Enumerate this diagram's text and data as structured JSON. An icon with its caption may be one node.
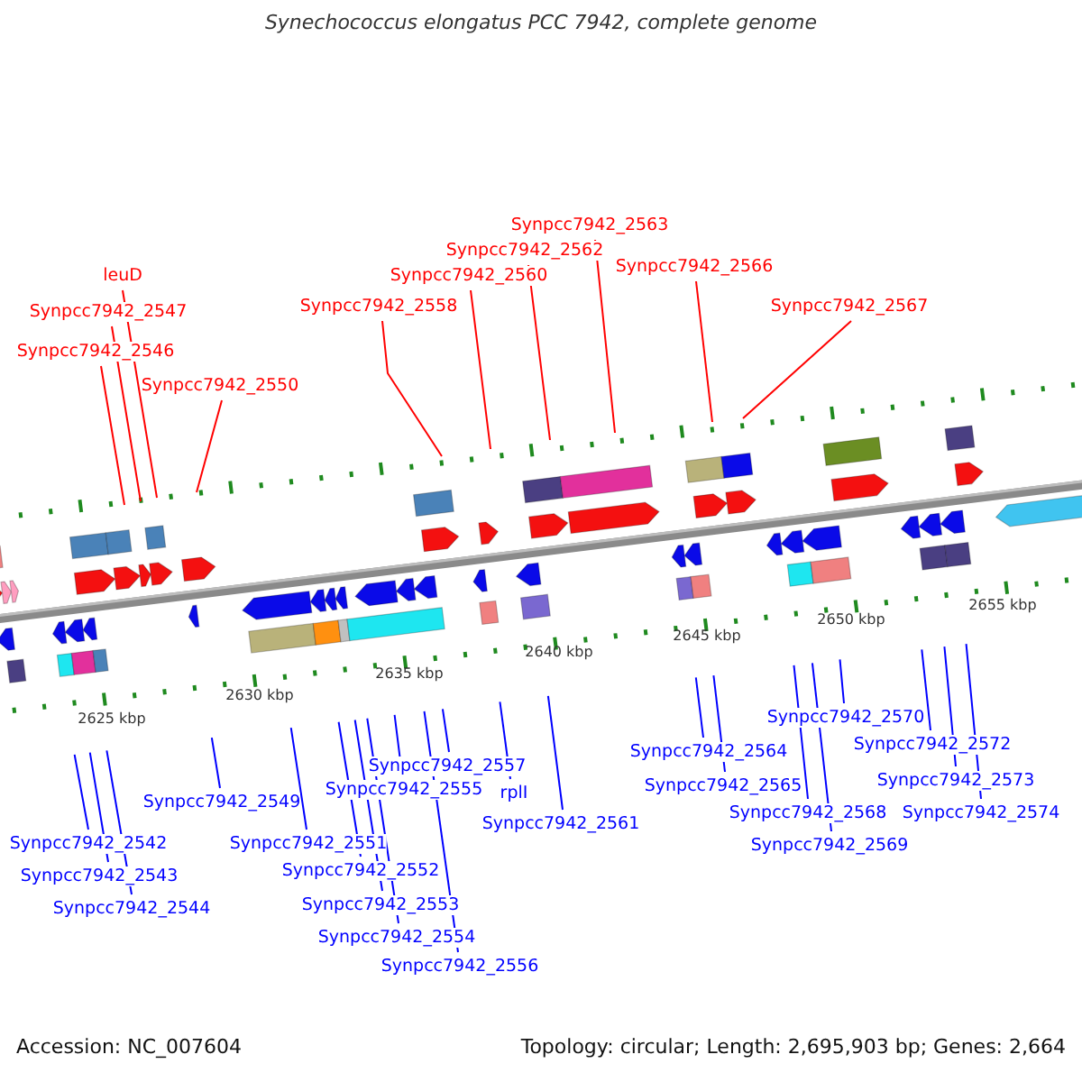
{
  "diagram": {
    "title": "Synechococcus elongatus PCC 7942, complete genome",
    "nodes": [
      {
        "text": [
          "Synpcc7942_2563"
        ]
      },
      {
        "text": [
          "Synpcc7942_2562"
        ]
      },
      {
        "text": [
          "Synpcc7942_2566"
        ]
      },
      {
        "text": [
          "leuD"
        ]
      },
      {
        "text": [
          "Synpcc7942_2560"
        ]
      },
      {
        "text": [
          "Synpcc7942_2558"
        ]
      },
      {
        "text": [
          "Synpcc7942_2567"
        ]
      },
      {
        "text": [
          "Synpcc7942_2547"
        ]
      },
      {
        "text": [
          "Synpcc7942_2546"
        ]
      },
      {
        "text": [
          "Synpcc7942_2550"
        ]
      },
      {
        "text": [
          "Synpcc7942_2570"
        ]
      },
      {
        "text": [
          "Synpcc7942_2572"
        ]
      },
      {
        "text": [
          "Synpcc7942_2564"
        ]
      },
      {
        "text": [
          "Synpcc7942_2557"
        ]
      },
      {
        "text": [
          "Synpcc7942_2573"
        ]
      },
      {
        "text": [
          "Synpcc7942_2565"
        ]
      },
      {
        "text": [
          "Synpcc7942_2555"
        ]
      },
      {
        "text": [
          "rplI"
        ]
      },
      {
        "text": [
          "Synpcc7942_2549"
        ]
      },
      {
        "text": [
          "Synpcc7942_2568"
        ]
      },
      {
        "text": [
          "Synpcc7942_2574"
        ]
      },
      {
        "text": [
          "Synpcc7942_2561"
        ]
      },
      {
        "text": [
          "Synpcc7942_2551"
        ]
      },
      {
        "text": [
          "Synpcc7942_2542"
        ]
      },
      {
        "text": [
          "Synpcc7942_2569"
        ]
      },
      {
        "text": [
          "Synpcc7942_2552"
        ]
      },
      {
        "text": [
          "Synpcc7942_2543"
        ]
      },
      {
        "text": [
          "Synpcc7942_2553"
        ]
      },
      {
        "text": [
          "Synpcc7942_2544"
        ]
      },
      {
        "text": [
          "Synpcc7942_2554"
        ]
      },
      {
        "text": [
          "Synpcc7942_2556"
        ]
      }
    ],
    "edges": [
      {
        "from": 0,
        "to": null,
        "arrow": "none",
        "color": "#ff0000"
      },
      {
        "from": 1,
        "to": null,
        "arrow": "none",
        "color": "#ff0000"
      },
      {
        "from": 2,
        "to": null,
        "arrow": "none",
        "color": "#ff0000"
      },
      {
        "from": 3,
        "to": null,
        "arrow": "none",
        "color": "#ff0000"
      },
      {
        "from": 4,
        "to": null,
        "arrow": "none",
        "color": "#ff0000"
      },
      {
        "from": 5,
        "to": null,
        "arrow": "none",
        "color": "#ff0000"
      },
      {
        "from": 6,
        "to": null,
        "arrow": "none",
        "color": "#ff0000"
      },
      {
        "from": 7,
        "to": null,
        "arrow": "none",
        "color": "#ff0000"
      },
      {
        "from": 8,
        "to": null,
        "arrow": "none",
        "color": "#ff0000"
      },
      {
        "from": 9,
        "to": null,
        "arrow": "none",
        "color": "#ff0000"
      },
      {
        "from": 10,
        "to": null,
        "arrow": "none"
      },
      {
        "from": 11,
        "to": null,
        "arrow": "none"
      },
      {
        "from": 12,
        "to": null,
        "arrow": "none"
      },
      {
        "from": 13,
        "to": null,
        "arrow": "none"
      },
      {
        "from": 14,
        "to": null,
        "arrow": "none"
      },
      {
        "from": 15,
        "to": null,
        "arrow": "none"
      },
      {
        "from": 16,
        "to": null,
        "arrow": "none"
      },
      {
        "from": 17,
        "to": null,
        "arrow": "none"
      },
      {
        "from": 18,
        "to": null,
        "arrow": "none"
      },
      {
        "from": 19,
        "to": null,
        "arrow": "none"
      },
      {
        "from": 20,
        "to": null,
        "arrow": "none"
      },
      {
        "from": 21,
        "to": null,
        "arrow": "none"
      },
      {
        "from": 22,
        "to": null,
        "arrow": "none"
      },
      {
        "from": 23,
        "to": null,
        "arrow": "none"
      },
      {
        "from": 24,
        "to": null,
        "arrow": "none"
      },
      {
        "from": 25,
        "to": null,
        "arrow": "none"
      },
      {
        "from": 26,
        "to": null,
        "arrow": "none"
      },
      {
        "from": 27,
        "to": null,
        "arrow": "none"
      },
      {
        "from": 28,
        "to": null,
        "arrow": "none"
      },
      {
        "from": 29,
        "to": null,
        "arrow": "none"
      },
      {
        "from": 30,
        "to": null,
        "arrow": "none"
      }
    ],
    "labels": [
      "2625 kbp",
      "2630 kbp",
      "2635 kbp",
      "2640 kbp",
      "2645 kbp",
      "2650 kbp",
      "2655 kbp",
      "Accession: NC_007604",
      "Topology: circular; Length: 2,695,903 bp; Genes: 2,664"
    ]
  }
}
